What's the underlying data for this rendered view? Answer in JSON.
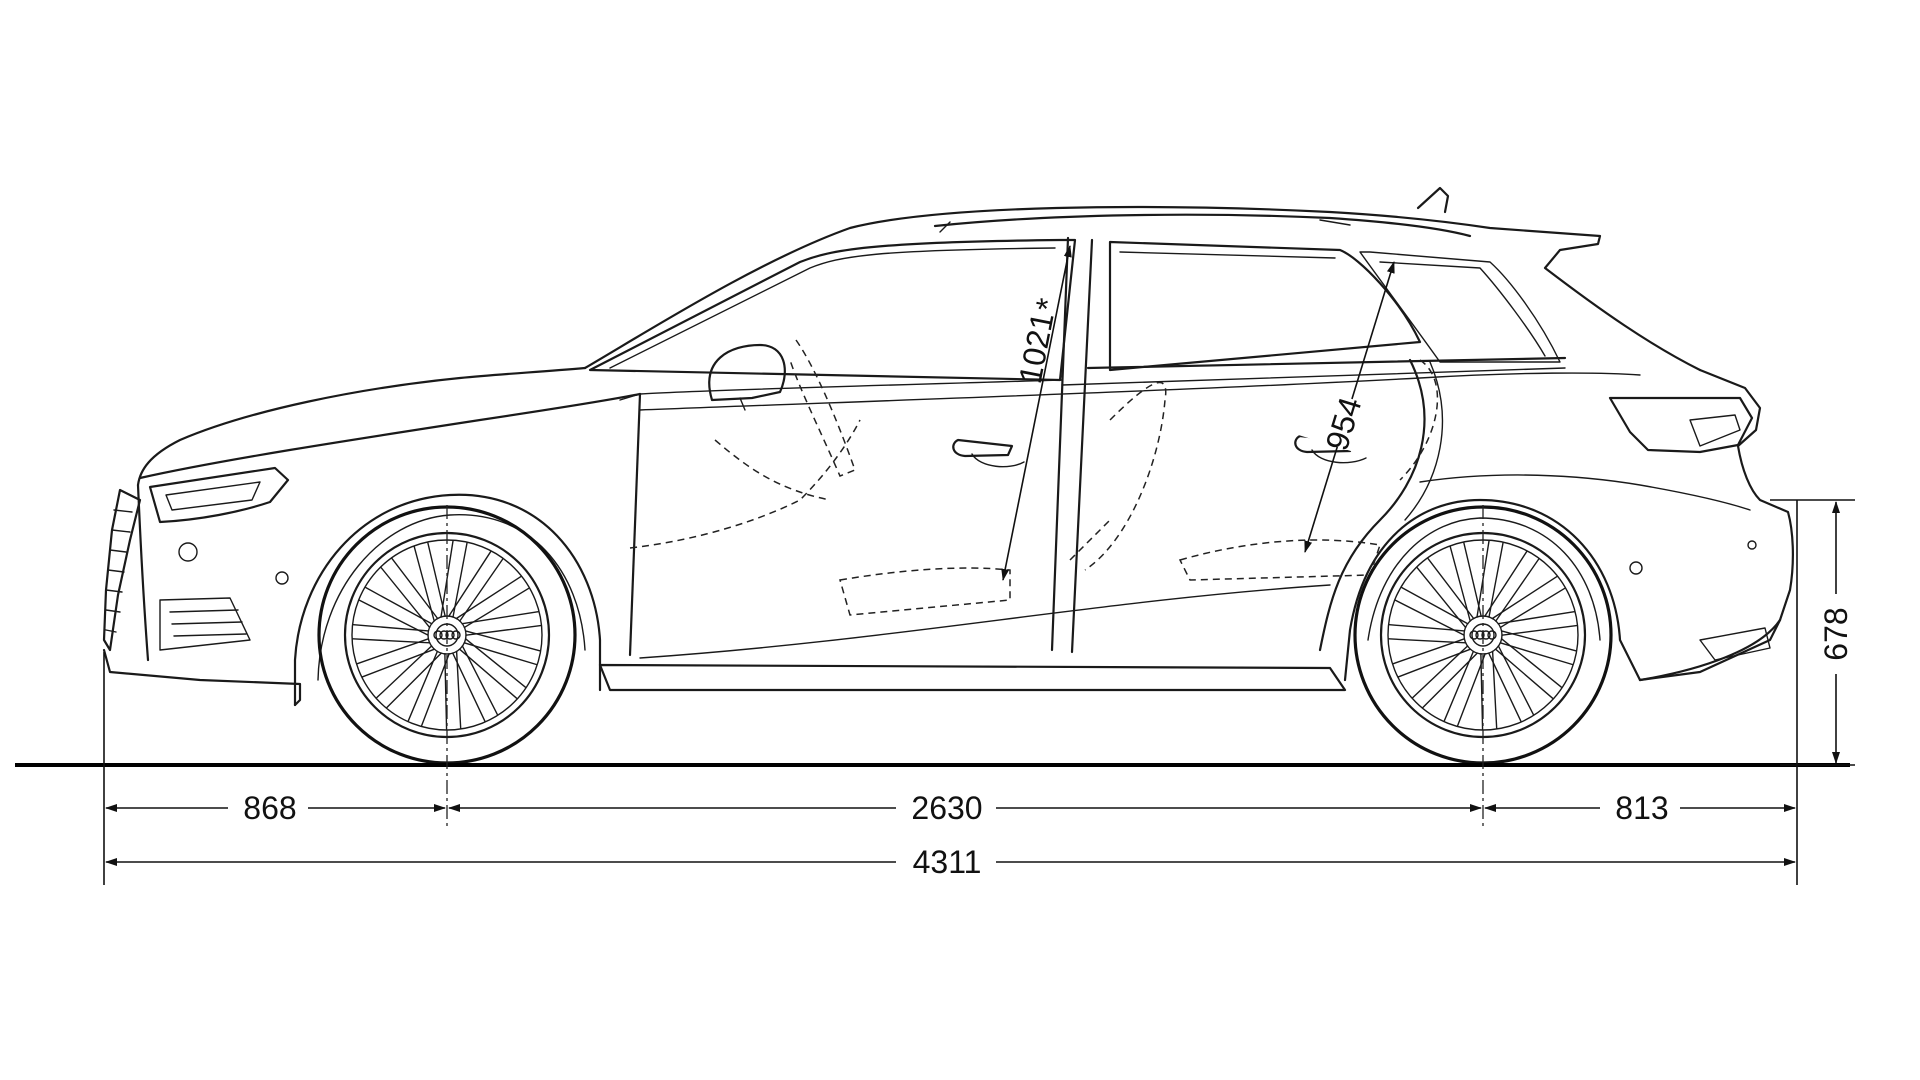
{
  "dimensions": {
    "front_overhang": "868",
    "wheelbase": "2630",
    "rear_overhang": "813",
    "overall_length": "4311",
    "rear_bumper_height": "678",
    "front_headroom": "1021",
    "front_headroom_marker": "*",
    "rear_headroom": "954"
  }
}
